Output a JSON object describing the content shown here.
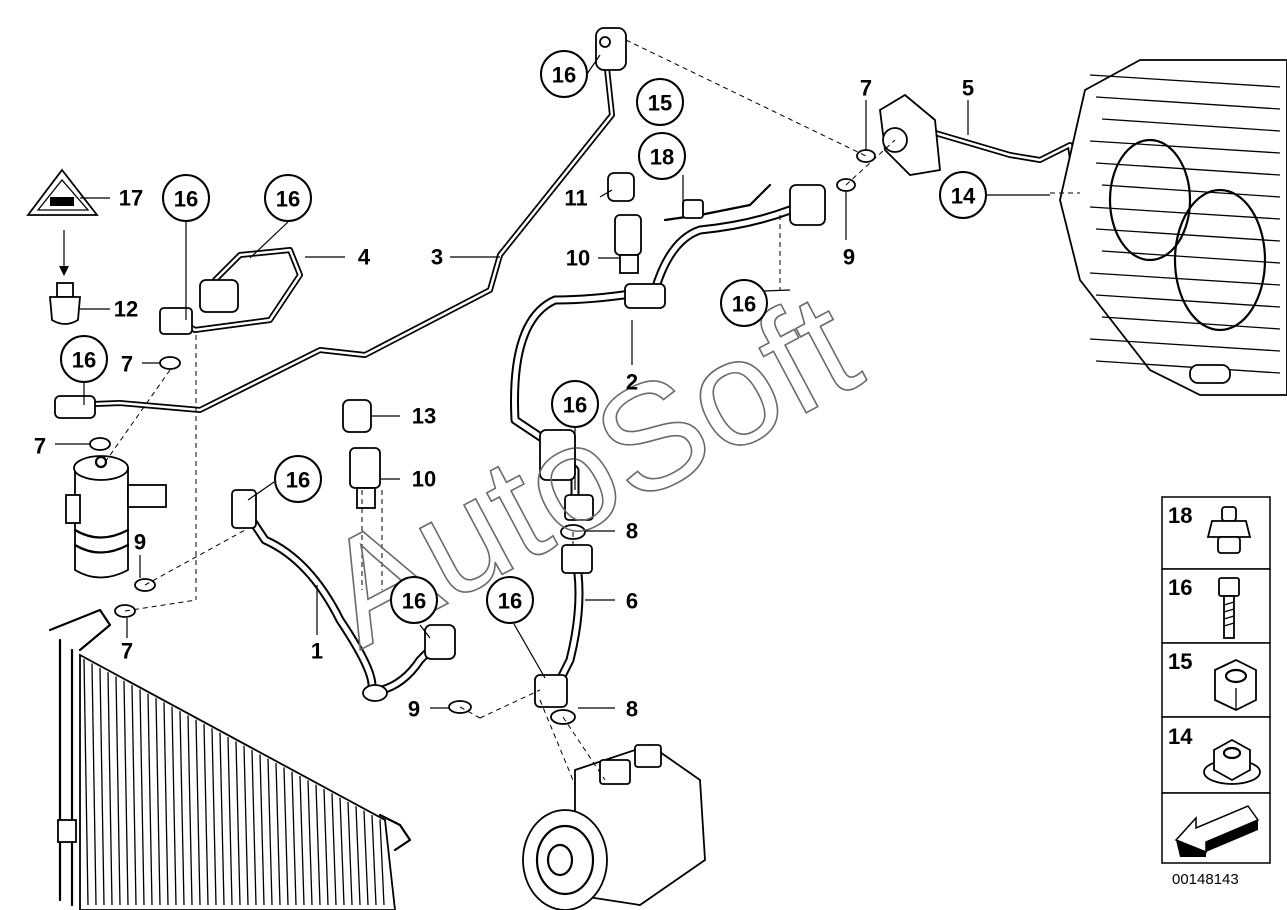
{
  "diagram": {
    "callouts": [
      {
        "id": "c16-top",
        "text": "16"
      },
      {
        "id": "c15",
        "text": "15"
      },
      {
        "id": "c18",
        "text": "18"
      },
      {
        "id": "c16-a",
        "text": "16"
      },
      {
        "id": "c16-b",
        "text": "16"
      },
      {
        "id": "c16-c",
        "text": "16"
      },
      {
        "id": "c16-d",
        "text": "16"
      },
      {
        "id": "c16-e",
        "text": "16"
      },
      {
        "id": "c16-f",
        "text": "16"
      },
      {
        "id": "c16-g",
        "text": "16"
      },
      {
        "id": "c16-h",
        "text": "16"
      },
      {
        "id": "c14",
        "text": "14"
      }
    ],
    "labels": [
      {
        "id": "l7-top",
        "text": "7"
      },
      {
        "id": "l5",
        "text": "5"
      },
      {
        "id": "l17",
        "text": "17"
      },
      {
        "id": "l11",
        "text": "11"
      },
      {
        "id": "l4",
        "text": "4"
      },
      {
        "id": "l3",
        "text": "3"
      },
      {
        "id": "l10-a",
        "text": "10"
      },
      {
        "id": "l9-a",
        "text": "9"
      },
      {
        "id": "l12",
        "text": "12"
      },
      {
        "id": "l7-a",
        "text": "7"
      },
      {
        "id": "l2",
        "text": "2"
      },
      {
        "id": "l7-b",
        "text": "7"
      },
      {
        "id": "l13",
        "text": "13"
      },
      {
        "id": "l10-b",
        "text": "10"
      },
      {
        "id": "l8-a",
        "text": "8"
      },
      {
        "id": "l9-b",
        "text": "9"
      },
      {
        "id": "l6",
        "text": "6"
      },
      {
        "id": "l7-c",
        "text": "7"
      },
      {
        "id": "l1",
        "text": "1"
      },
      {
        "id": "l9-c",
        "text": "9"
      },
      {
        "id": "l8-b",
        "text": "8"
      }
    ],
    "watermark": "AutoSoft",
    "diagram_code": "00148143",
    "legend": [
      {
        "number": "18",
        "icon": "clip-icon"
      },
      {
        "number": "16",
        "icon": "bolt-icon"
      },
      {
        "number": "15",
        "icon": "hex-nut-icon"
      },
      {
        "number": "14",
        "icon": "flange-nut-icon"
      },
      {
        "number": "",
        "icon": "direction-arrow-icon"
      }
    ]
  }
}
